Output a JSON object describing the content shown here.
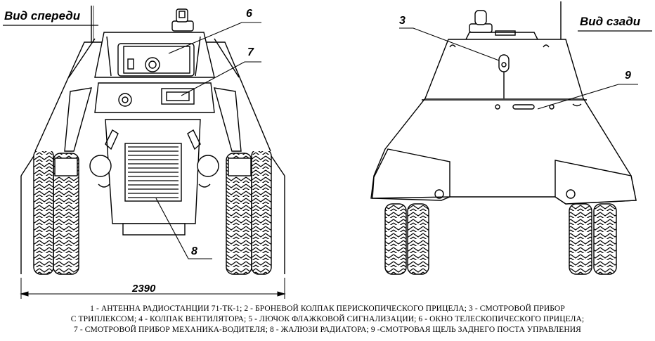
{
  "views": {
    "front": {
      "title": "Вид спереди"
    },
    "rear": {
      "title": "Вид сзади"
    }
  },
  "callouts": {
    "front": [
      "6",
      "7",
      "8"
    ],
    "rear": [
      "3",
      "9"
    ]
  },
  "dimension": {
    "width_label": "2390"
  },
  "caption": {
    "lines": [
      "1 - АНТЕННА РАДИОСТАНЦИИ 71-ТК-1; 2 - БРОНЕВОЙ КОЛПАК ПЕРИСКОПИЧЕСКОГО ПРИЦЕЛА; 3 - СМОТРОВОЙ ПРИБОР",
      "С ТРИПЛЕКСОМ; 4 - КОЛПАК ВЕНТИЛЯТОРА; 5 - ЛЮЧОК ФЛАЖКОВОЙ СИГНАЛИЗАЦИИ; 6 - ОКНО ТЕЛЕСКОПИЧЕСКОГО ПРИЦЕЛА;",
      "7 - СМОТРОВОЙ ПРИБОР МЕХАНИКА-ВОДИТЕЛЯ; 8 - ЖАЛЮЗИ РАДИАТОРА; 9 -СМОТРОВАЯ ЩЕЛЬ ЗАДНЕГО ПОСТА УПРАВЛЕНИЯ"
    ]
  }
}
